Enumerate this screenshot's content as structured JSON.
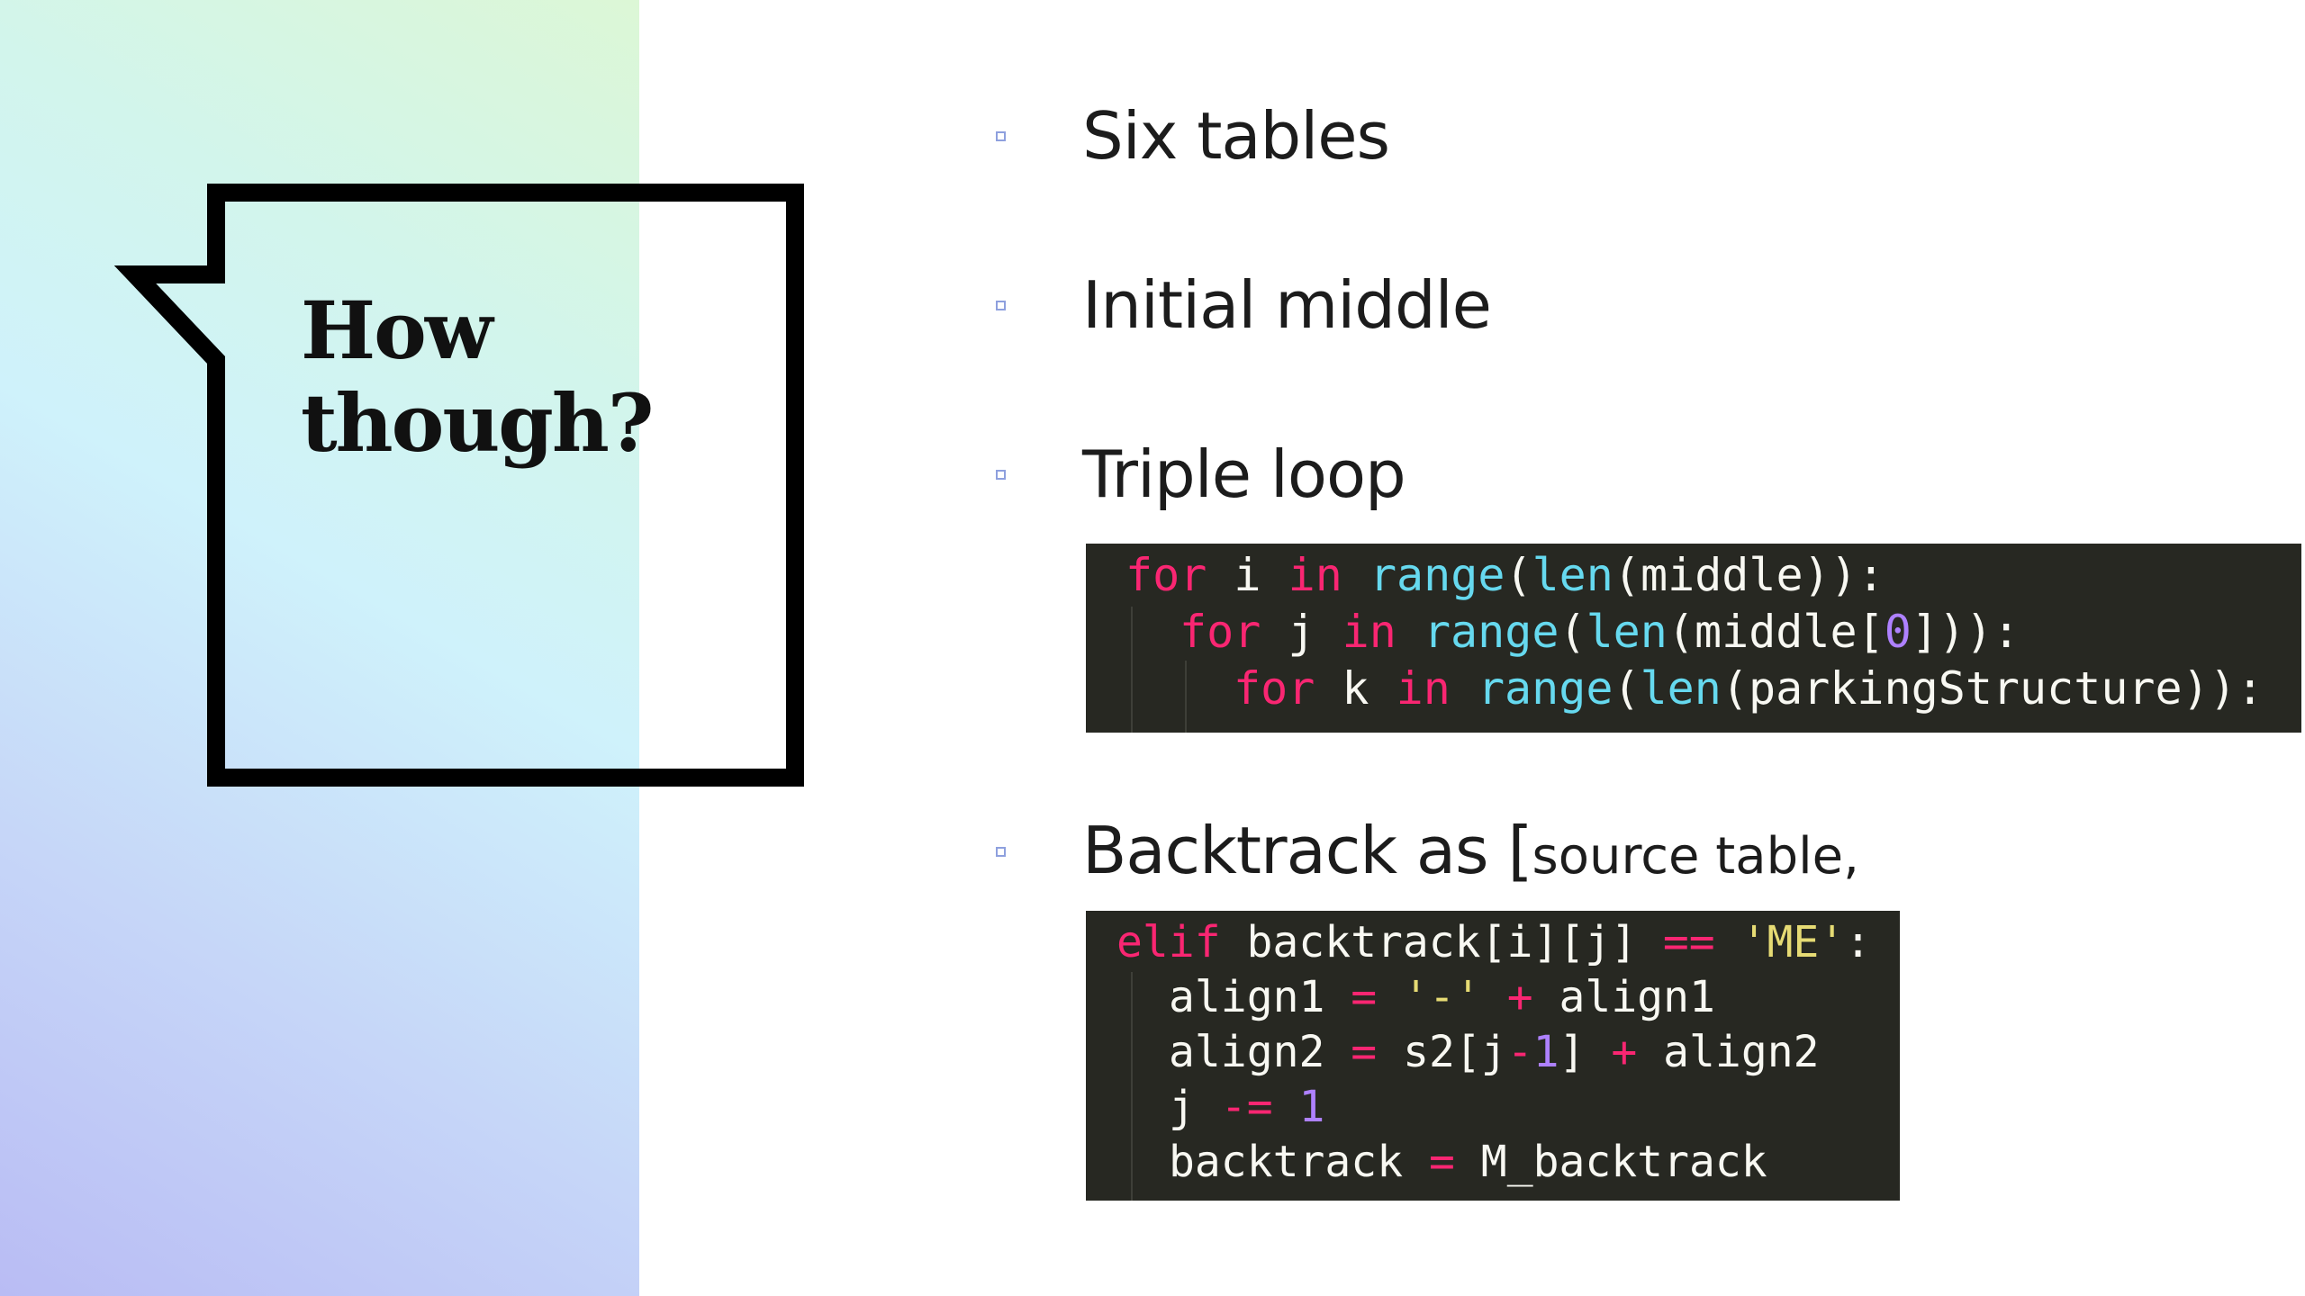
{
  "bubble": {
    "title": "How though?"
  },
  "bullets": [
    {
      "text": "Six tables"
    },
    {
      "text": "Initial middle"
    },
    {
      "text": "Triple loop"
    },
    {
      "text_main": "Backtrack as ",
      "text_bracket": "[",
      "text_small": "source table,"
    }
  ],
  "code1": {
    "lines": [
      [
        {
          "t": "for",
          "c": "kw"
        },
        {
          "t": " i "
        },
        {
          "t": "in",
          "c": "kw"
        },
        {
          "t": " "
        },
        {
          "t": "range",
          "c": "fn"
        },
        {
          "t": "("
        },
        {
          "t": "len",
          "c": "fn"
        },
        {
          "t": "(middle)):"
        }
      ],
      [
        {
          "t": "for",
          "c": "kw"
        },
        {
          "t": " j "
        },
        {
          "t": "in",
          "c": "kw"
        },
        {
          "t": " "
        },
        {
          "t": "range",
          "c": "fn"
        },
        {
          "t": "("
        },
        {
          "t": "len",
          "c": "fn"
        },
        {
          "t": "(middle["
        },
        {
          "t": "0",
          "c": "num"
        },
        {
          "t": "])):"
        }
      ],
      [
        {
          "t": "for",
          "c": "kw"
        },
        {
          "t": " k "
        },
        {
          "t": "in",
          "c": "kw"
        },
        {
          "t": " "
        },
        {
          "t": "range",
          "c": "fn"
        },
        {
          "t": "("
        },
        {
          "t": "len",
          "c": "fn"
        },
        {
          "t": "(parkingStructure)):"
        }
      ]
    ]
  },
  "code2": {
    "lines": [
      [
        {
          "t": "elif",
          "c": "kw"
        },
        {
          "t": " backtrack[i][j] "
        },
        {
          "t": "==",
          "c": "op"
        },
        {
          "t": " "
        },
        {
          "t": "'ME'",
          "c": "str"
        },
        {
          "t": ":"
        }
      ],
      [
        {
          "t": "align1 "
        },
        {
          "t": "=",
          "c": "op"
        },
        {
          "t": " "
        },
        {
          "t": "'-'",
          "c": "str"
        },
        {
          "t": " "
        },
        {
          "t": "+",
          "c": "op"
        },
        {
          "t": " align1"
        }
      ],
      [
        {
          "t": "align2 "
        },
        {
          "t": "=",
          "c": "op"
        },
        {
          "t": " s2[j"
        },
        {
          "t": "-",
          "c": "op"
        },
        {
          "t": "1",
          "c": "num"
        },
        {
          "t": "] "
        },
        {
          "t": "+",
          "c": "op"
        },
        {
          "t": " align2"
        }
      ],
      [
        {
          "t": "j "
        },
        {
          "t": "-=",
          "c": "op"
        },
        {
          "t": " "
        },
        {
          "t": "1",
          "c": "num"
        }
      ],
      [
        {
          "t": "backtrack "
        },
        {
          "t": "=",
          "c": "op"
        },
        {
          "t": " M_backtrack"
        }
      ]
    ]
  },
  "colors": {
    "keyword": "#f92672",
    "builtin": "#66d9ef",
    "number": "#ae81ff",
    "string": "#e6db74",
    "code_bg": "#272822",
    "bullet_marker": "#8ea0de"
  }
}
